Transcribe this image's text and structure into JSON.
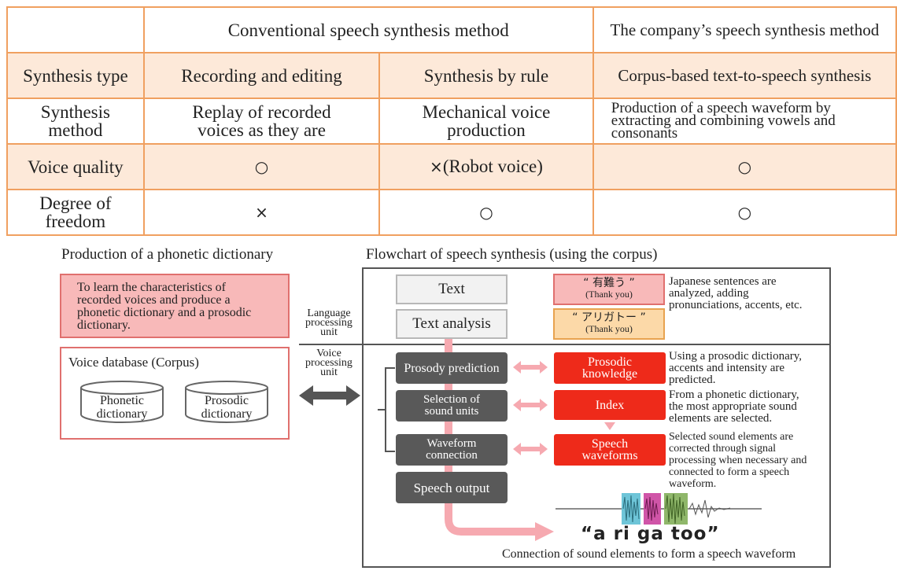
{
  "table": {
    "header": {
      "conventional": "Conventional speech synthesis method",
      "company": "The company’s speech synthesis method"
    },
    "rows": [
      {
        "label": "Synthesis type",
        "col1": "Recording and editing",
        "col2": "Synthesis by rule",
        "col3": "Corpus-based text-to-speech synthesis"
      },
      {
        "label_line1": "Synthesis",
        "label_line2": "method",
        "col1_line1": "Replay of recorded",
        "col1_line2": "voices as they are",
        "col2_line1": "Mechanical voice",
        "col2_line2": "production",
        "col3_line1": "Production of a speech waveform by",
        "col3_line2": "extracting and combining vowels and",
        "col3_line3": "consonants"
      },
      {
        "label": "Voice quality",
        "col1_mark": "○",
        "col2_mark": "×",
        "col2_text": "(Robot voice)",
        "col3_mark": "○"
      },
      {
        "label_line1": "Degree of",
        "label_line2": "freedom",
        "col1_mark": "×",
        "col2_mark": "○",
        "col3_mark": "○"
      }
    ]
  },
  "left": {
    "heading": "Production of a phonetic dictionary",
    "learn_lines": [
      "To learn the characteristics of",
      "recorded voices and produce a",
      "phonetic dictionary and a prosodic",
      "dictionary."
    ],
    "db_title": "Voice database (Corpus)",
    "phonetic": [
      "Phonetic",
      "dictionary"
    ],
    "prosodic": [
      "Prosodic",
      "dictionary"
    ]
  },
  "units": {
    "language": [
      "Language",
      "processing",
      "unit"
    ],
    "voice": [
      "Voice",
      "processing",
      "unit"
    ]
  },
  "flow": {
    "heading": "Flowchart of speech synthesis (using the corpus)",
    "text": "Text",
    "text_analysis": "Text analysis",
    "prosody_prediction": "Prosody prediction",
    "selection": [
      "Selection of",
      "sound units"
    ],
    "waveform_connection": [
      "Waveform",
      "connection"
    ],
    "speech_output": "Speech output",
    "jp1": "“ 有難う ”",
    "jp1_sub": "(Thank you)",
    "jp2": "“ アリガトー ”",
    "jp2_sub": "(Thank you)",
    "prosodic_knowledge": [
      "Prosodic",
      "knowledge"
    ],
    "index": "Index",
    "speech_waveforms": [
      "Speech",
      "waveforms"
    ],
    "note1": [
      "Japanese sentences are",
      "analyzed, adding",
      "pronunciations, accents, etc."
    ],
    "note2": [
      "Using a prosodic dictionary,",
      "accents and intensity are",
      "predicted."
    ],
    "note3": [
      "From a phonetic dictionary,",
      "the most appropriate sound",
      "elements are selected."
    ],
    "note4": [
      "Selected sound elements are",
      "corrected through signal",
      "processing when necessary and",
      "connected to form a speech",
      "waveform."
    ],
    "arigato": "“a ri ga too”",
    "caption": "Connection of sound elements to form a speech waveform"
  }
}
